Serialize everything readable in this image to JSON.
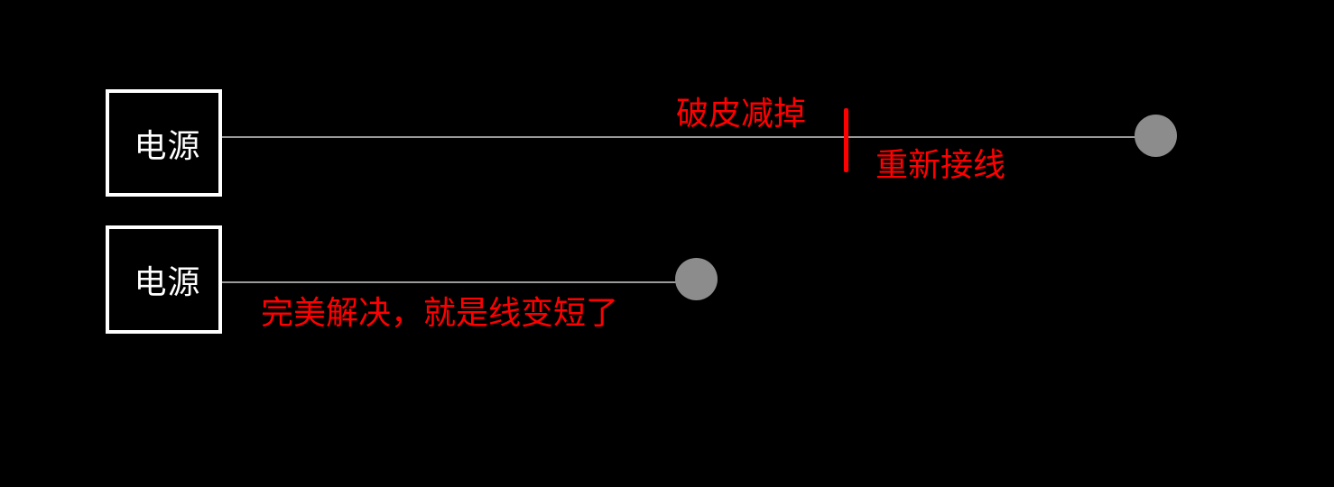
{
  "diagram": {
    "top_row": {
      "power_label": "电源",
      "cut_note": "破皮减掉",
      "reconnect_note": "重新接线"
    },
    "bottom_row": {
      "power_label": "电源",
      "result_note": "完美解决，就是线变短了"
    },
    "colors": {
      "background": "#000000",
      "box_border": "#ffffff",
      "wire": "#9a9a9a",
      "node": "#8c8c8c",
      "annotation": "#ff0000"
    }
  }
}
